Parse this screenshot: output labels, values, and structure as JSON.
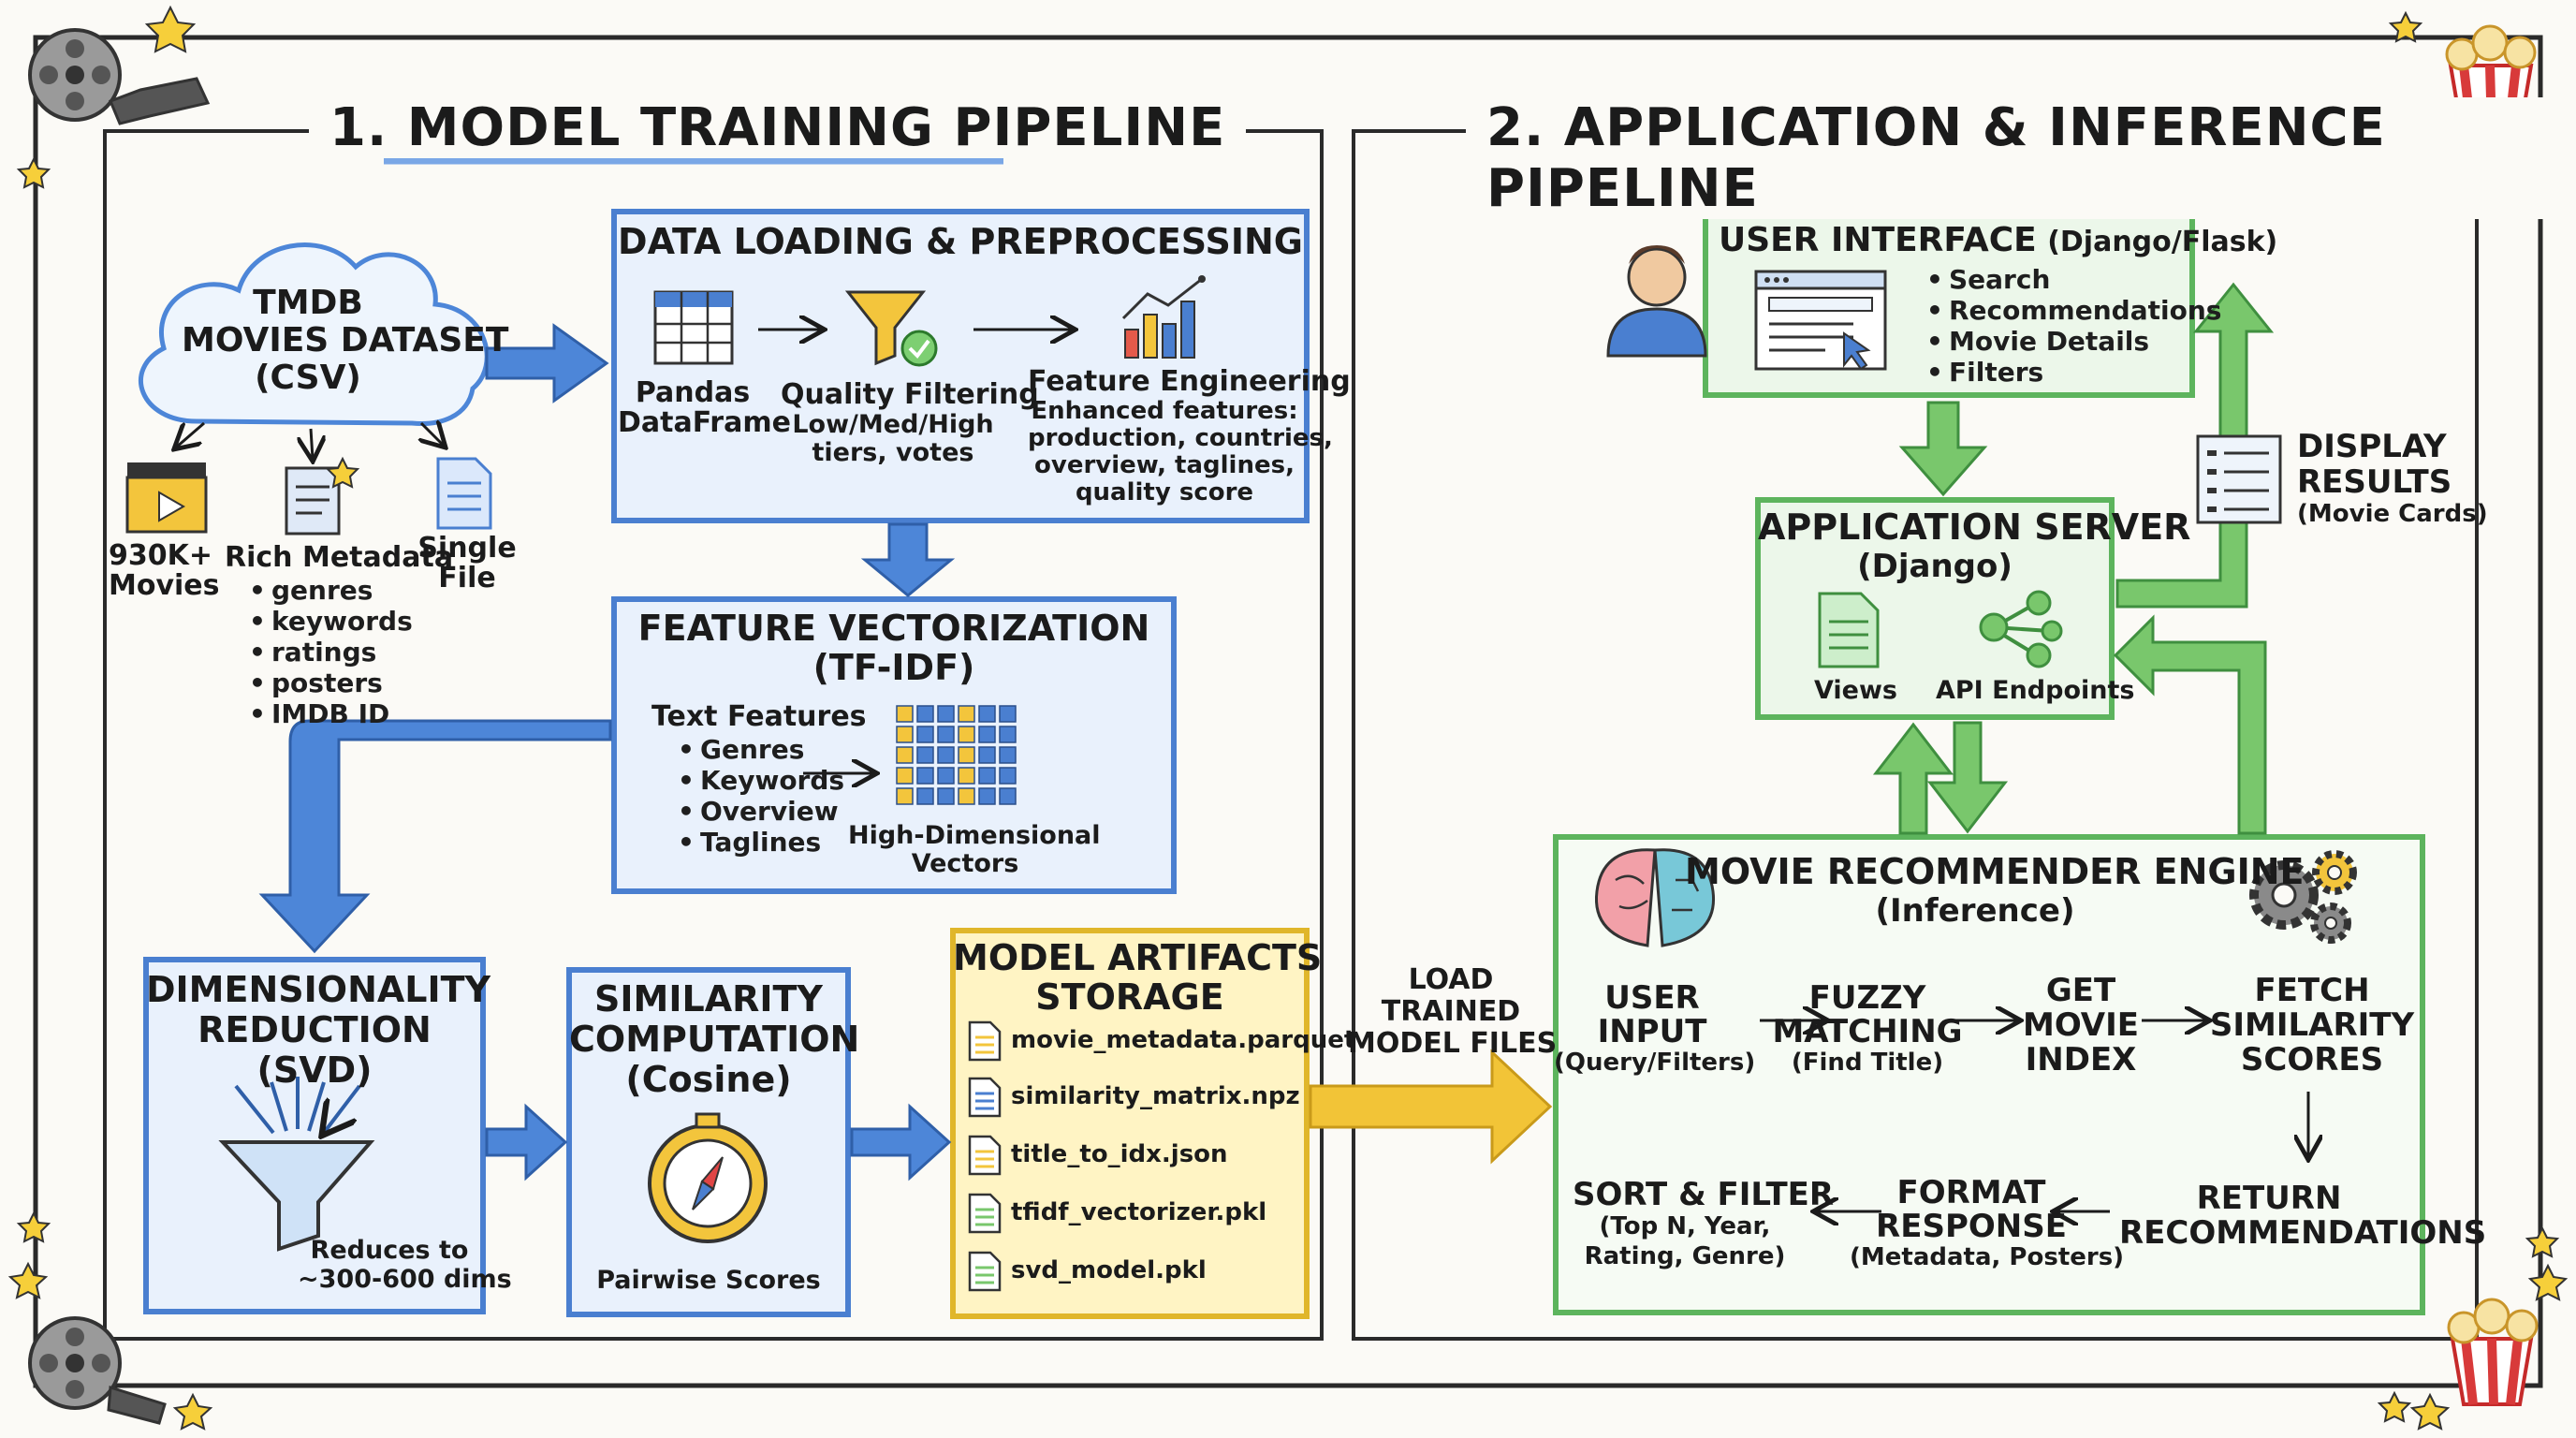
{
  "colors": {
    "blue_box": "#4a7fd0",
    "blue_fill": "#e9f1fc",
    "green_box": "#5db45d",
    "green_fill": "#ecf7ea",
    "yellow_box": "#e0b62a",
    "yellow_fill": "#fff4c4",
    "arrow_blue": "#4d86d8",
    "arrow_green": "#79c76c",
    "arrow_yellow": "#f2c437",
    "ink": "#1b1b1b"
  },
  "icons": {
    "film_reel": "film-reel-icon",
    "popcorn": "popcorn-icon",
    "star": "star-icon",
    "cloud": "cloud-icon",
    "clapperboard": "clapperboard-icon",
    "document": "document-icon",
    "table": "table-icon",
    "funnel": "funnel-icon",
    "bar_chart": "bar-chart-icon",
    "grid": "grid-icon",
    "compass": "compass-icon",
    "brain": "brain-icon",
    "gears": "gears-icon",
    "user": "user-icon",
    "browser": "browser-window-icon",
    "list": "list-icon",
    "share": "share-icon"
  },
  "sections": {
    "training": "1. MODEL TRAINING PIPELINE",
    "inference": "2. APPLICATION & INFERENCE PIPELINE"
  },
  "dataset": {
    "line1": "TMDB",
    "line2": "MOVIES DATASET",
    "line3": "(CSV)",
    "movies_a": "930K+",
    "movies_b": "Movies",
    "metadata_title": "Rich Metadata",
    "metadata_items": [
      "genres",
      "keywords",
      "ratings",
      "posters",
      "IMDB ID"
    ],
    "file_a": "Single",
    "file_b": "File"
  },
  "preprocessing": {
    "title": "DATA LOADING & PREPROCESSING",
    "pandas_a": "Pandas",
    "pandas_b": "DataFrame",
    "quality_title": "Quality Filtering",
    "quality_sub1": "Low/Med/High",
    "quality_sub2": "tiers, votes",
    "feature_title": "Feature Engineering",
    "feature_sub": [
      "Enhanced features:",
      "production, countries,",
      "overview, taglines,",
      "quality score"
    ]
  },
  "vectorization": {
    "title_a": "FEATURE VECTORIZATION",
    "title_b": "(TF-IDF)",
    "text_title": "Text Features",
    "items": [
      "Genres",
      "Keywords",
      "Overview",
      "Taglines"
    ],
    "vec_a": "High-Dimensional",
    "vec_b": "Vectors"
  },
  "svd": {
    "title": [
      "DIMENSIONALITY",
      "REDUCTION",
      "(SVD)"
    ],
    "note_a": "Reduces to",
    "note_b": "~300-600 dims"
  },
  "similarity": {
    "title": [
      "SIMILARITY",
      "COMPUTATION",
      "(Cosine)"
    ],
    "note": "Pairwise Scores"
  },
  "artifacts": {
    "title_a": "MODEL ARTIFACTS",
    "title_b": "STORAGE",
    "files": [
      "movie_metadata.parquet",
      "similarity_matrix.npz",
      "title_to_idx.json",
      "tfidf_vectorizer.pkl",
      "svd_model.pkl"
    ]
  },
  "load": {
    "lines": [
      "LOAD",
      "TRAINED",
      "MODEL FILES"
    ]
  },
  "ui": {
    "title_bold": "USER INTERFACE",
    "title_rest": "(Django/Flask)",
    "items": [
      "Search",
      "Recommendations",
      "Movie Details",
      "Filters"
    ]
  },
  "display": {
    "a": "DISPLAY",
    "b": "RESULTS",
    "c": "(Movie Cards)"
  },
  "server": {
    "title_a": "APPLICATION SERVER",
    "title_b": "(Django)",
    "views": "Views",
    "api": "API Endpoints"
  },
  "engine": {
    "title_a": "MOVIE RECOMMENDER ENGINE",
    "title_b": "(Inference)",
    "user_input": [
      "USER",
      "INPUT",
      "(Query/Filters)"
    ],
    "fuzzy": [
      "FUZZY",
      "MATCHING",
      "(Find Title)"
    ],
    "get_index": [
      "GET",
      "MOVIE",
      "INDEX"
    ],
    "fetch": [
      "FETCH",
      "SIMILARITY",
      "SCORES"
    ],
    "return": [
      "RETURN",
      "RECOMMENDATIONS"
    ],
    "format": [
      "FORMAT",
      "RESPONSE",
      "(Metadata, Posters)"
    ],
    "sort": [
      "SORT & FILTER",
      "(Top N, Year,",
      "Rating, Genre)"
    ]
  }
}
